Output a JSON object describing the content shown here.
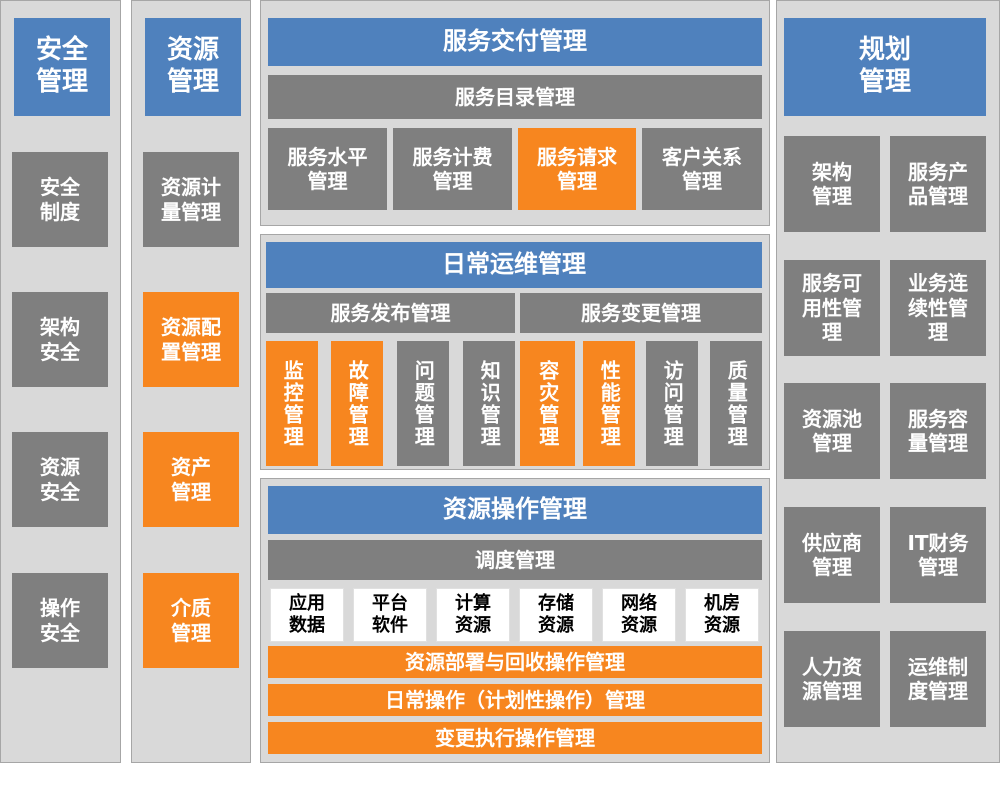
{
  "security": {
    "title": [
      "安全",
      "管理"
    ],
    "items": [
      [
        "安全",
        "制度"
      ],
      [
        "架构",
        "安全"
      ],
      [
        "资源",
        "安全"
      ],
      [
        "操作",
        "安全"
      ]
    ]
  },
  "resources": {
    "title": [
      "资源",
      "管理"
    ],
    "items": [
      [
        "资源计",
        "量管理"
      ],
      [
        "资源配",
        "置管理"
      ],
      [
        "资产",
        "管理"
      ],
      [
        "介质",
        "管理"
      ]
    ]
  },
  "delivery": {
    "title": "服务交付管理",
    "catalog": "服务目录管理",
    "items": [
      [
        "服务水平",
        "管理"
      ],
      [
        "服务计费",
        "管理"
      ],
      [
        "服务请求",
        "管理"
      ],
      [
        "客户关系",
        "管理"
      ]
    ]
  },
  "operations": {
    "title": "日常运维管理",
    "release": "服务发布管理",
    "change": "服务变更管理",
    "items": [
      "监控管理",
      "故障管理",
      "问题管理",
      "知识管理",
      "容灾管理",
      "性能管理",
      "访问管理",
      "质量管理"
    ]
  },
  "resource_ops": {
    "title": "资源操作管理",
    "scheduling": "调度管理",
    "items": [
      [
        "应用",
        "数据"
      ],
      [
        "平台",
        "软件"
      ],
      [
        "计算",
        "资源"
      ],
      [
        "存储",
        "资源"
      ],
      [
        "网络",
        "资源"
      ],
      [
        "机房",
        "资源"
      ]
    ],
    "bars": [
      "资源部署与回收操作管理",
      "日常操作（计划性操作）管理",
      "变更执行操作管理"
    ]
  },
  "planning": {
    "title": [
      "规划",
      "管理"
    ],
    "items": [
      [
        "架构",
        "管理"
      ],
      [
        "服务产",
        "品管理"
      ],
      [
        "服务可",
        "用性管",
        "理"
      ],
      [
        "业务连",
        "续性管",
        "理"
      ],
      [
        "资源池",
        "管理"
      ],
      [
        "服务容",
        "量管理"
      ],
      [
        "供应商",
        "管理"
      ],
      [
        "IT财务",
        "管理"
      ],
      [
        "人力资",
        "源管理"
      ],
      [
        "运维制",
        "度管理"
      ]
    ]
  },
  "colors": {
    "blue": "#4f81bd",
    "gray": "#7f7f7f",
    "orange": "#f7861f",
    "panel": "#d9d9d9"
  }
}
